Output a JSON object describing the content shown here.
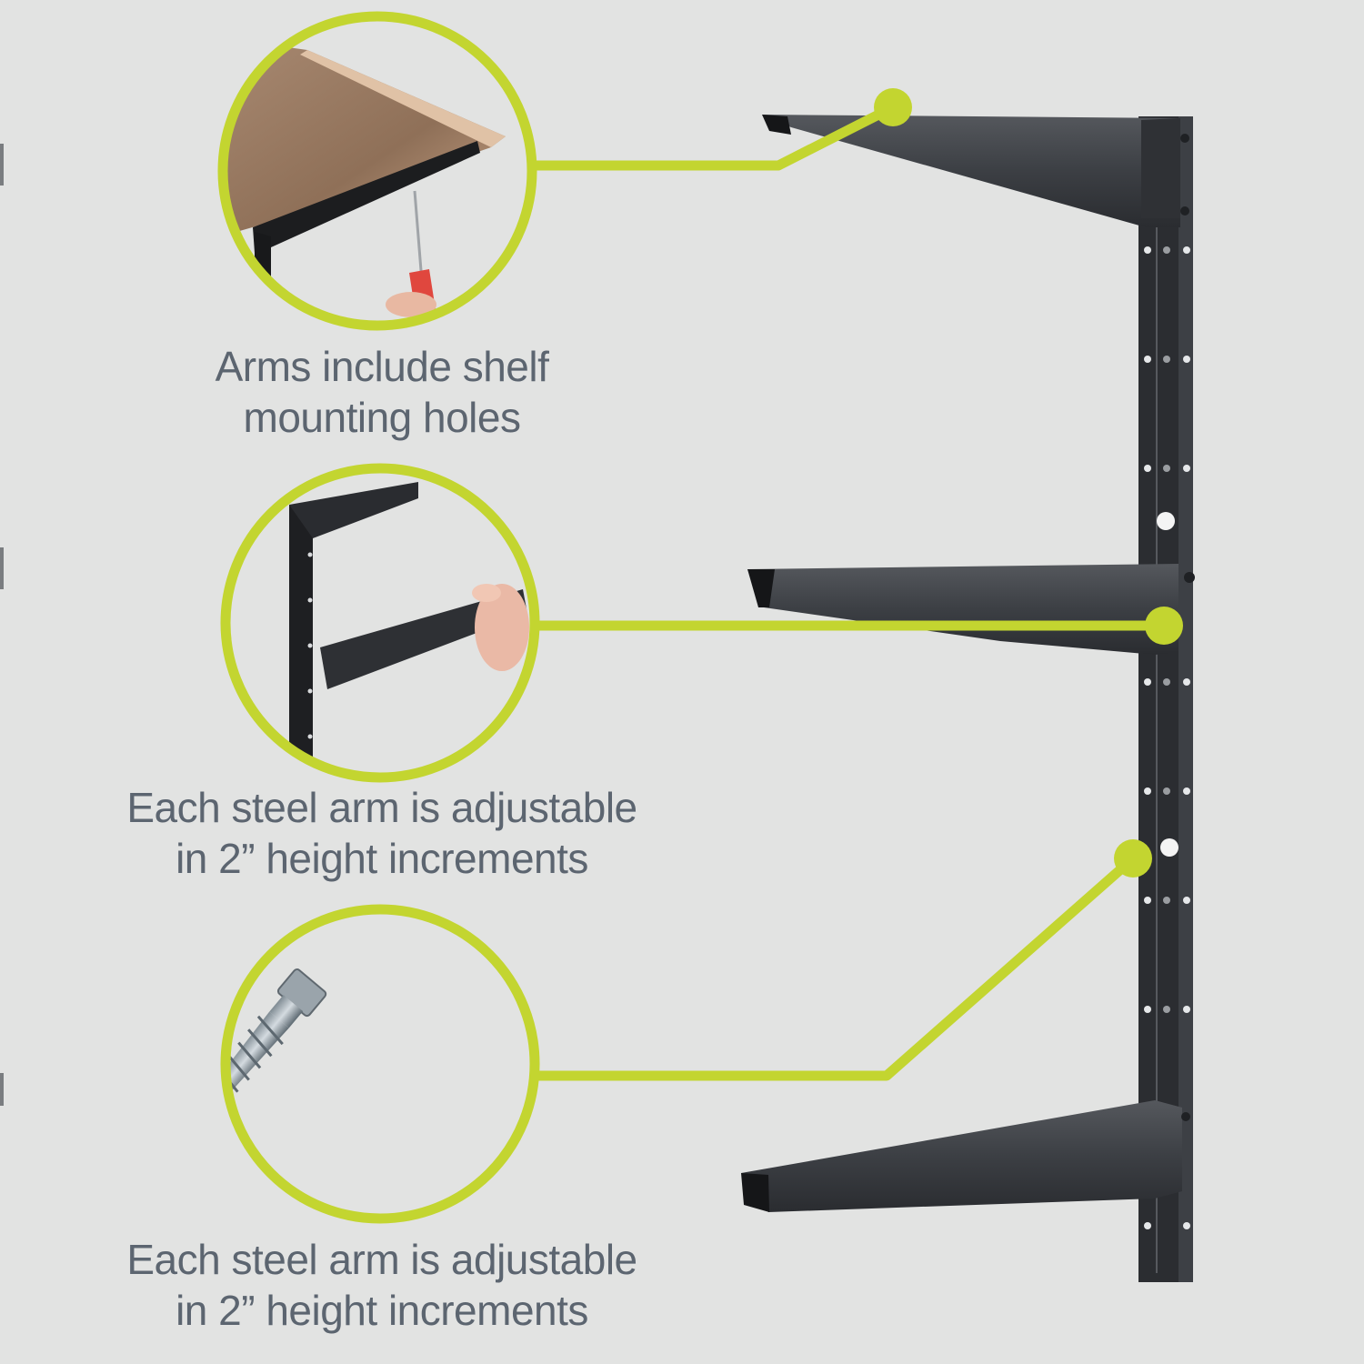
{
  "colors": {
    "background": "#e2e3e2",
    "accent": "#c3d530",
    "caption_text": "#5c6570",
    "steel": "#3a3c40"
  },
  "callouts": [
    {
      "id": "shelf-mounting",
      "icon": "shelf-screwdriver-photo",
      "caption_line1": "Arms include shelf",
      "caption_line2": "mounting holes"
    },
    {
      "id": "adjustable-arm",
      "icon": "arm-insertion-photo",
      "caption_line1": "Each steel arm is adjustable",
      "caption_line2": "in 2” height increments"
    },
    {
      "id": "lag-screw",
      "icon": "lag-screw-photo",
      "caption_line1": "Each steel arm is adjustable",
      "caption_line2": "in 2” height increments"
    }
  ],
  "product": {
    "icon": "wall-rack-three-arms",
    "arm_count": 3
  }
}
